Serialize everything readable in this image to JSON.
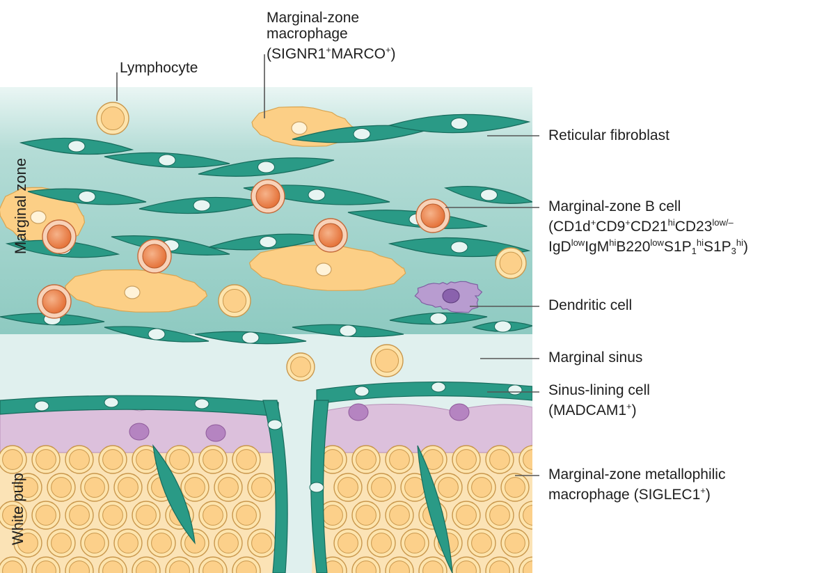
{
  "labels": {
    "lymphocyte": "Lymphocyte",
    "mz_macrophage": {
      "line1": "Marginal-zone",
      "line2": "macrophage",
      "line3": {
        "a": "(SIGNR1",
        "sup1": "+",
        "b": "MARCO",
        "sup2": "+",
        "c": ")"
      }
    },
    "reticular_fibroblast": "Reticular fibroblast",
    "mz_b_cell": {
      "line1": "Marginal-zone B cell",
      "line2": {
        "a": "(CD1d",
        "s1": "+",
        "b": "CD9",
        "s2": "+",
        "c": "CD21",
        "s3": "hi",
        "d": "CD23",
        "s4": "low/–"
      },
      "line3": {
        "a": "IgD",
        "s1": "low",
        "b": "IgM",
        "s2": "hi",
        "c": "B220",
        "s3": "low",
        "d": "S1P",
        "sub1": "1",
        "s4": "hi",
        "e": "S1P",
        "sub2": "3",
        "s5": "hi",
        "f": ")"
      }
    },
    "dendritic_cell": "Dendritic cell",
    "marginal_sinus": "Marginal sinus",
    "sinus_lining": {
      "line1": "Sinus-lining cell",
      "line2": {
        "a": "(MADCAM1",
        "sup": "+",
        "b": ")"
      }
    },
    "metallophilic": {
      "line1": "Marginal-zone metallophilic",
      "line2": {
        "a": "macrophage (SIGLEC1",
        "sup": "+",
        "b": ")"
      }
    }
  },
  "regions": {
    "marginal_zone": "Marginal zone",
    "white_pulp": "White pulp"
  },
  "colors": {
    "fibroblast": "#2a9a86",
    "fibroblast_stroke": "#176b5c",
    "mz_background": "#a6d6cf",
    "sinus": "#e0f0ee",
    "macrophage": "#fccf86",
    "b_cell_core": "#ee8a52",
    "lymphocyte": "#fde4ad",
    "purple": "#dcc0dc",
    "purple_nucleus": "#b584c1",
    "dendritic": "#b89cd0"
  }
}
